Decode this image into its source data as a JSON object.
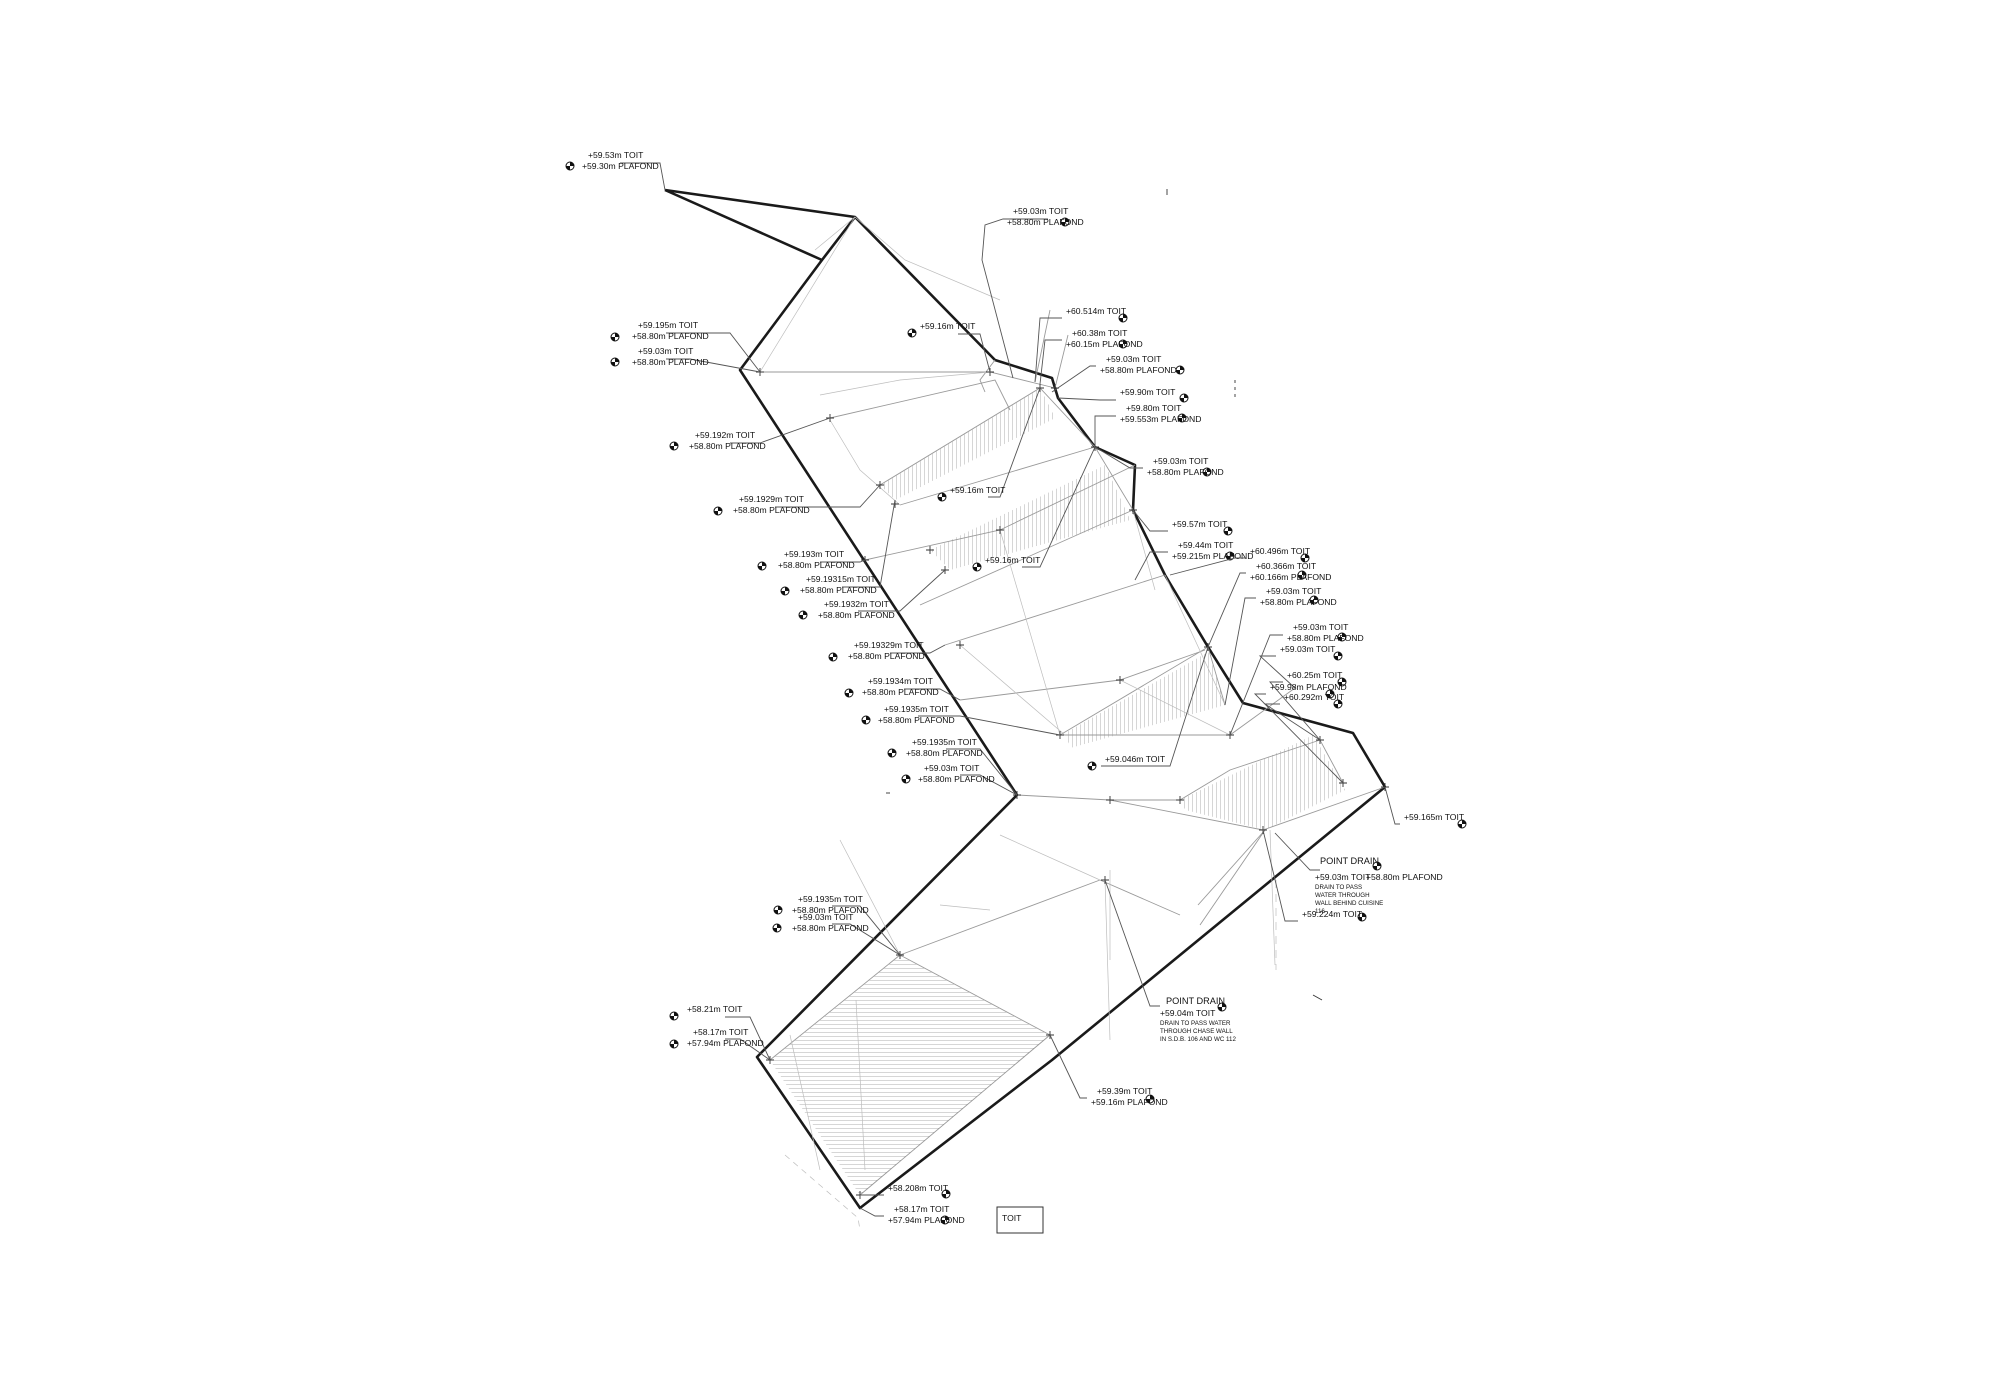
{
  "labels": [
    {
      "lines": [
        "+59.53m TOIT",
        "+59.30m PLAFOND"
      ]
    },
    {
      "lines": [
        "+59.03m TOIT",
        "+58.80m PLAFOND"
      ]
    },
    {
      "lines": [
        "+59.195m TOIT",
        "+58.80m PLAFOND"
      ]
    },
    {
      "lines": [
        "+59.03m TOIT",
        "+58.80m PLAFOND"
      ]
    },
    {
      "lines": [
        "+59.16m TOIT"
      ]
    },
    {
      "lines": [
        "+60.514m TOIT"
      ]
    },
    {
      "lines": [
        "+60.38m TOIT",
        "+60.15m PLAFOND"
      ]
    },
    {
      "lines": [
        "+59.03m TOIT",
        "+58.80m PLAFOND"
      ]
    },
    {
      "lines": [
        "+59.90m TOIT"
      ]
    },
    {
      "lines": [
        "+59.80m TOIT",
        "+59.553m PLAFOND"
      ]
    },
    {
      "lines": [
        "+59.192m TOIT",
        "+58.80m PLAFOND"
      ]
    },
    {
      "lines": [
        "+59.03m TOIT",
        "+58.80m PLAFOND"
      ]
    },
    {
      "lines": [
        "+59.16m TOIT"
      ]
    },
    {
      "lines": [
        "+59.1929m TOIT",
        "+58.80m PLAFOND"
      ]
    },
    {
      "lines": [
        "+59.57m TOIT"
      ]
    },
    {
      "lines": [
        "+59.44m TOIT",
        "+59.215m PLAFOND"
      ]
    },
    {
      "lines": [
        "+59.16m TOIT"
      ]
    },
    {
      "lines": [
        "+59.193m TOIT",
        "+58.80m PLAFOND"
      ]
    },
    {
      "lines": [
        "+60.496m TOIT"
      ]
    },
    {
      "lines": [
        "+60.366m TOIT",
        "+60.166m PLAFOND"
      ]
    },
    {
      "lines": [
        "+59.19315m TOIT",
        "+58.80m PLAFOND"
      ]
    },
    {
      "lines": [
        "+59.1932m TOIT",
        "+58.80m PLAFOND"
      ]
    },
    {
      "lines": [
        "+59.03m TOIT",
        "+58.80m PLAFOND"
      ]
    },
    {
      "lines": [
        "+59.03m TOIT",
        "+58.80m PLAFOND"
      ]
    },
    {
      "lines": [
        "+59.03m TOIT"
      ]
    },
    {
      "lines": [
        "+59.19329m TOIT",
        "+58.80m PLAFOND"
      ]
    },
    {
      "lines": [
        "+60.25m TOIT"
      ]
    },
    {
      "lines": [
        "+59.98m PLAFOND"
      ]
    },
    {
      "lines": [
        "+60.292m TOIT"
      ]
    },
    {
      "lines": [
        "+59.1934m TOIT",
        "+58.80m PLAFOND"
      ]
    },
    {
      "lines": [
        "+59.1935m TOIT",
        "+58.80m PLAFOND"
      ]
    },
    {
      "lines": [
        "+59.1935m TOIT",
        "+58.80m PLAFOND"
      ]
    },
    {
      "lines": [
        "+59.046m TOIT"
      ]
    },
    {
      "lines": [
        "+59.03m TOIT",
        "+58.80m PLAFOND"
      ]
    },
    {
      "lines": [
        "+59.165m TOIT"
      ]
    },
    {
      "lines": [
        "+59.1935m TOIT",
        "+58.80m PLAFOND"
      ]
    },
    {
      "lines": [
        "+59.03m TOIT",
        "+58.80m PLAFOND"
      ]
    },
    {
      "lines": [
        "+58.21m TOIT"
      ]
    },
    {
      "lines": [
        "+58.17m TOIT",
        "+57.94m PLAFOND"
      ]
    },
    {
      "lines": [
        "+59.39m TOIT",
        "+59.16m PLAFOND"
      ]
    },
    {
      "lines": [
        "+58.208m TOIT"
      ]
    },
    {
      "lines": [
        "+58.17m TOIT",
        "+57.94m PLAFOND"
      ]
    },
    {
      "lines": [
        "+59.224m TOIT"
      ]
    }
  ],
  "drains": [
    {
      "title": "POINT DRAIN",
      "level": "+59.03m TOIT",
      "level2": "+58.80m PLAFOND",
      "note": [
        "DRAIN TO PASS",
        "WATER THROUGH",
        "WALL BEHIND CUISINE",
        "116"
      ]
    },
    {
      "title": "POINT DRAIN",
      "level": "+59.04m TOIT",
      "note": [
        "DRAIN TO PASS WATER",
        "THROUGH CHASE WALL",
        "IN S.D.B. 106 AND WC 112"
      ]
    }
  ],
  "legend": {
    "label": "TOIT"
  },
  "icons": {
    "level_marker": "level-target-icon"
  }
}
